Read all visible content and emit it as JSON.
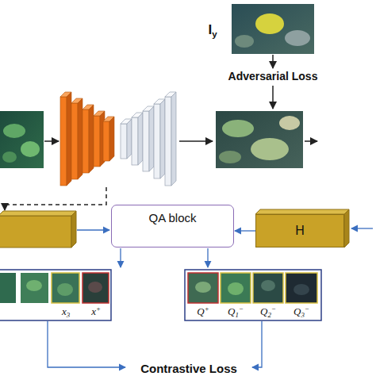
{
  "diagram": {
    "nodes": [
      {
        "text": [
          "QA block"
        ]
      },
      {
        "text": [
          "H"
        ]
      }
    ],
    "edges": [
      {
        "from": 1,
        "to": 0,
        "arrow": "to"
      }
    ],
    "labels": [
      "Iy",
      "Adversarial Loss",
      "x3",
      "x+",
      "Q+",
      "Q1−",
      "Q2−",
      "Q3−",
      "Contrastive Loss"
    ]
  }
}
